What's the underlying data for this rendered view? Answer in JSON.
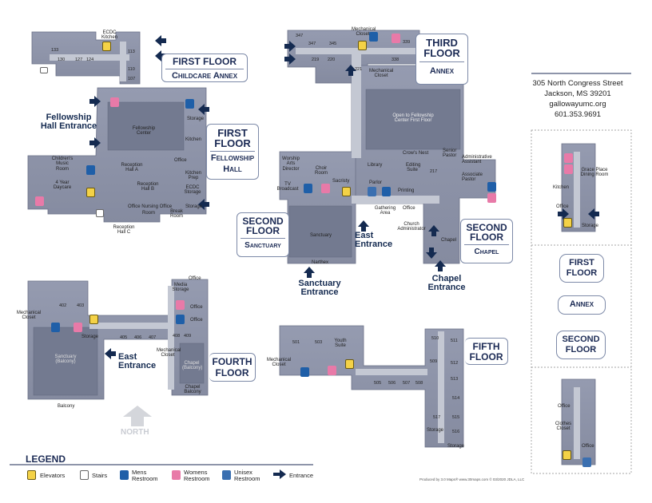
{
  "address": {
    "street": "305 North Congress Street",
    "city": "Jackson, MS 39201",
    "web": "gallowayumc.org",
    "phone": "601.353.9691"
  },
  "floors": {
    "first": {
      "title": "FIRST FLOOR",
      "sub": "Childcare Annex"
    },
    "first_hall": {
      "title_a": "FIRST",
      "title_b": "FLOOR",
      "sub_a": "Fellowship",
      "sub_b": "Hall"
    },
    "third": {
      "title_a": "THIRD",
      "title_b": "FLOOR",
      "sub": "Annex"
    },
    "second_sanct": {
      "title_a": "SECOND",
      "title_b": "FLOOR",
      "sub": "Sanctuary"
    },
    "second_chapel": {
      "title_a": "SECOND",
      "title_b": "FLOOR",
      "sub": "Chapel"
    },
    "fourth": {
      "title_a": "FOURTH",
      "title_b": "FLOOR"
    },
    "fifth": {
      "title_a": "FIFTH",
      "title_b": "FLOOR"
    }
  },
  "side_key": {
    "first": {
      "a": "FIRST",
      "b": "FLOOR"
    },
    "annex": "Annex",
    "second": {
      "a": "SECOND",
      "b": "FLOOR"
    }
  },
  "entrances": {
    "fellowship": {
      "a": "Fellowship",
      "b": "Hall Entrance"
    },
    "east_second": {
      "a": "East",
      "b": "Entrance"
    },
    "sanctuary": {
      "a": "Sanctuary",
      "b": "Entrance"
    },
    "chapel": {
      "a": "Chapel",
      "b": "Entrance"
    },
    "east_fourth": {
      "a": "East",
      "b": "Entrance"
    }
  },
  "rooms": {
    "ecdc_kitchen": "ECDC Kitchen",
    "r133": "133",
    "r130": "130",
    "r127": "127",
    "r124": "124",
    "r113": "113",
    "r110": "110",
    "r107": "107",
    "fellowship_center": "Fellowship Center",
    "storage_fh": "Storage",
    "kitchen": "Kitchen",
    "childrens_music": "Children's Music Room",
    "four_year_daycare": "4 Year Daycare",
    "reception_a": "Reception Hall A",
    "reception_b": "Reception Hall B",
    "reception_c": "Reception Hall C",
    "kitchen_prep": "Kitchen Prep",
    "ecdc_storage": "ECDC Storage",
    "office_fh": "Office",
    "storage_fh2": "Storage",
    "office_nursing": "Office Nursing Office",
    "nursing_room": "Room",
    "break_room": "Break Room",
    "r347a": "347",
    "r347b": "347",
    "r345": "345",
    "r339": "339",
    "r219": "219",
    "r220": "220",
    "r338": "338",
    "r221": "221",
    "mech_closet_3a": "Mechanical Closet",
    "mech_closet_3b": "Mechanical Closet",
    "open_to_fellowship": "Open to Fellowship Center First Floor",
    "worship_arts": "Worship Arts Director",
    "choir_room": "Choir Room",
    "tv_broadcast": "TV Broadcast",
    "sacristy": "Sacristy",
    "library": "Library",
    "parlor": "Parlor",
    "crows_nest": "Crow's Nest",
    "editing_suite": "Editing Suite",
    "r217": "217",
    "senior_pastor": "Senior Pastor",
    "admin_assistant": "Administrative Assistant",
    "assoc_pastor": "Associate Pastor",
    "printing": "Printing",
    "gathering_area": "Gathering Area",
    "office_2": "Office",
    "church_admin": "Church Administrator",
    "sanctuary_2": "Sanctuary",
    "narthex": "Narthex",
    "chapel_room": "Chapel",
    "r402": "402",
    "r403": "403",
    "r405": "405",
    "r406": "406",
    "r407": "407",
    "r408": "408",
    "r409": "409",
    "mech_closet_4": "Mechanical Closet",
    "mech_closet_4b": "Mechanical Closet",
    "storage_4": "Storage",
    "media_storage": "Media Storage",
    "office_4a": "Office",
    "office_4b": "Office",
    "office_4c": "Office",
    "sanctuary_balcony": "Sanctuary (Balcony)",
    "chapel_balcony": "Chapel (Balcony)",
    "chapel_balcony_2": "Chapel Balcony",
    "balcony": "Balcony",
    "r501": "501",
    "r503": "503",
    "youth_suite": "Youth Suite",
    "mech_closet_5": "Mechanical Closet",
    "r505": "505",
    "r506": "506",
    "r507": "507",
    "r508": "508",
    "r509": "509",
    "r510": "510",
    "r511": "511",
    "r512": "512",
    "r513": "513",
    "r514": "514",
    "r515": "515",
    "r516": "516",
    "r517": "517",
    "storage_5a": "Storage",
    "storage_5b": "Storage",
    "grace_place": "Grace Place Dining Room",
    "kitchen_gp": "Kitchen",
    "office_gp": "Office",
    "storage_gp": "Storage",
    "office_an": "Office",
    "clothes_closet": "Clothes Closet",
    "office_an2": "Office"
  },
  "legend": {
    "title": "LEGEND",
    "elevators": "Elevators",
    "stairs": "Stairs",
    "mens_a": "Mens",
    "mens_b": "Restroom",
    "womens_a": "Womens",
    "womens_b": "Restroom",
    "unisex_a": "Unisex",
    "unisex_b": "Restroom",
    "entrance": "Entrance"
  },
  "north": "NORTH",
  "credit": "Produced by 3.0 Maps®  www.30maps.com  © 03/2020 JDLA, LLC",
  "colors": {
    "building": "#8d93a7",
    "corridor": "#c4c8d3",
    "room_dark": "#737a90",
    "navy": "#1c2b55",
    "elevator": "#f4d247",
    "mens": "#1f5fa8",
    "womens": "#e87aa8"
  }
}
